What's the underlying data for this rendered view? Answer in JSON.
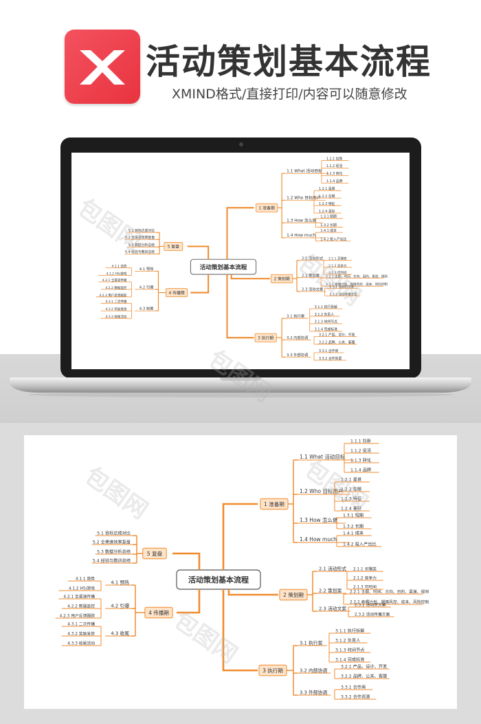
{
  "header": {
    "title": "活动策划基本流程",
    "subtitle": "XMIND格式/直接打印/内容可以随意修改"
  },
  "watermark": "包图网",
  "mindmap": {
    "central": "活动策划基本流程",
    "branches": {
      "b1": {
        "label": "1 准备期",
        "c": [
          "1.1 What 活动目标",
          "1.2 Who 目标用户",
          "1.3 How 怎么做",
          "1.4 How much"
        ],
        "g11": [
          "1.1.1 拉新",
          "1.1.2 促活",
          "1.1.3 转化",
          "1.1.4 品牌"
        ],
        "g12": [
          "1.2.1 是谁",
          "1.2.2 在哪",
          "1.2.3 特征",
          "1.2.4 喜好"
        ],
        "g13": [
          "1.3.1 短期",
          "1.3.2 长期"
        ],
        "g14": [
          "1.4.1 成本",
          "1.4.2 投入产出比"
        ]
      },
      "b2": {
        "label": "2 策划期",
        "c": [
          "2.1 活动形式",
          "2.2 策划案",
          "2.3 活动文案"
        ],
        "g21": [
          "2.1.1 买赠类",
          "2.1.2 竞争力",
          "2.1.3 可时间"
        ],
        "g22": [
          "2.2.1 主题、时间、方向、目的、渠道、规则",
          "2.2.2 奇偶计划、舆情风控、成本、风险控制"
        ],
        "g23": [
          "2.3.1 活动页文案",
          "2.3.2 活动传播文案"
        ]
      },
      "b3": {
        "label": "3 执行期",
        "c": [
          "3.1 执行案",
          "3.2 内部协调",
          "3.3 外部协调"
        ],
        "g31": [
          "3.1.1 执行拆解",
          "3.1.2 负责人",
          "3.1.3 时间节点",
          "3.1.4 完成标准"
        ],
        "g32": [
          "3.2.1 产品、设计、开发",
          "3.2.2 品牌、公关、客服"
        ],
        "g33": [
          "3.3.1 合作商",
          "3.3.2 合作资源"
        ]
      },
      "b4": {
        "label": "4 传播期",
        "c": [
          "4.1 预热",
          "4.2 引爆",
          "4.3 收尾"
        ],
        "g41": [
          "4.1.1 造势",
          "4.1.2 H5/游戏"
        ],
        "g42": [
          "4.2.1 全渠道传播",
          "4.2.2 数据监控",
          "4.2.3 用户反馈跟踪"
        ],
        "g43": [
          "4.3.1 二次传播",
          "4.3.2 奖励发放",
          "4.3.3 收尾活动"
        ]
      },
      "b5": {
        "label": "5 复盘",
        "c": [
          "5.1 目标达成对比",
          "5.2 全渠道效果复盘",
          "5.3 数据分析总结",
          "5.4 经验与教训总结"
        ]
      }
    }
  },
  "colors": {
    "accent": "#f08a2c",
    "node_fill": "#fde3c8",
    "node_border": "#f08a2c",
    "text": "#333333",
    "logo": "#e8343f"
  }
}
